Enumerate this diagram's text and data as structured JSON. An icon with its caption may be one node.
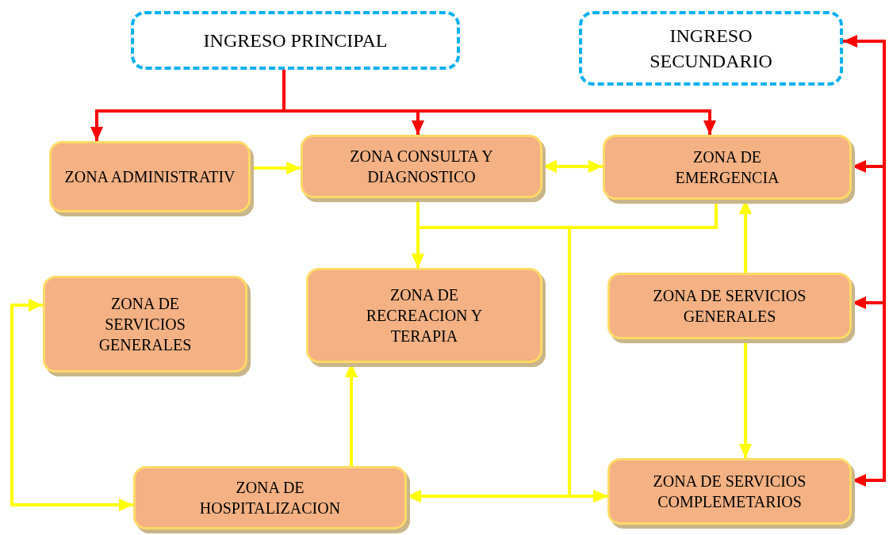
{
  "diagram": {
    "nodes": [
      {
        "text": [
          "INGRESO PRINCIPAL"
        ]
      },
      {
        "text": [
          "INGRESO SECUNDARIO"
        ]
      },
      {
        "text": [
          "ZONA ADMINISTRATIV"
        ]
      },
      {
        "text": [
          "ZONA CONSULTA Y DIAGNOSTICO"
        ]
      },
      {
        "text": [
          "ZONA DE EMERGENCIA"
        ]
      },
      {
        "text": [
          "ZONA DE SERVICIOS GENERALES"
        ]
      },
      {
        "text": [
          "ZONA DE RECREACION Y TERAPIA"
        ]
      },
      {
        "text": [
          "ZONA DE SERVICIOS GENERALES"
        ]
      },
      {
        "text": [
          "ZONA DE HOSPITALIZACION"
        ]
      },
      {
        "text": [
          "ZONA DE SERVICIOS COMPLEMETARIOS"
        ]
      }
    ],
    "edges": [
      {
        "from": 0,
        "to": 2,
        "arrow": "to",
        "color": "#ff0000"
      },
      {
        "from": 0,
        "to": 3,
        "arrow": "to",
        "color": "#ff0000"
      },
      {
        "from": 0,
        "to": 4,
        "arrow": "to",
        "color": "#ff0000"
      },
      {
        "from": null,
        "to": 1,
        "arrow": "to",
        "color": "#ff0000"
      },
      {
        "from": null,
        "to": 4,
        "arrow": "to",
        "color": "#ff0000"
      },
      {
        "from": null,
        "to": 7,
        "arrow": "to",
        "color": "#ff0000"
      },
      {
        "from": null,
        "to": 9,
        "arrow": "to",
        "color": "#ff0000"
      },
      {
        "from": 2,
        "to": 3,
        "arrow": "to"
      },
      {
        "from": 3,
        "to": 4,
        "arrow": "both"
      },
      {
        "from": 3,
        "to": 6,
        "arrow": "to"
      },
      {
        "from": 3,
        "to": 8,
        "arrow": "to"
      },
      {
        "from": 3,
        "to": 9,
        "arrow": "to"
      },
      {
        "from": 4,
        "to": 6,
        "arrow": "to"
      },
      {
        "from": 4,
        "to": 8,
        "arrow": "to"
      },
      {
        "from": 4,
        "to": 9,
        "arrow": "to"
      },
      {
        "from": 7,
        "to": 4,
        "arrow": "to"
      },
      {
        "from": 7,
        "to": 9,
        "arrow": "to"
      },
      {
        "from": 8,
        "to": 6,
        "arrow": "to"
      },
      {
        "from": 8,
        "to": 5,
        "arrow": "both"
      }
    ]
  }
}
